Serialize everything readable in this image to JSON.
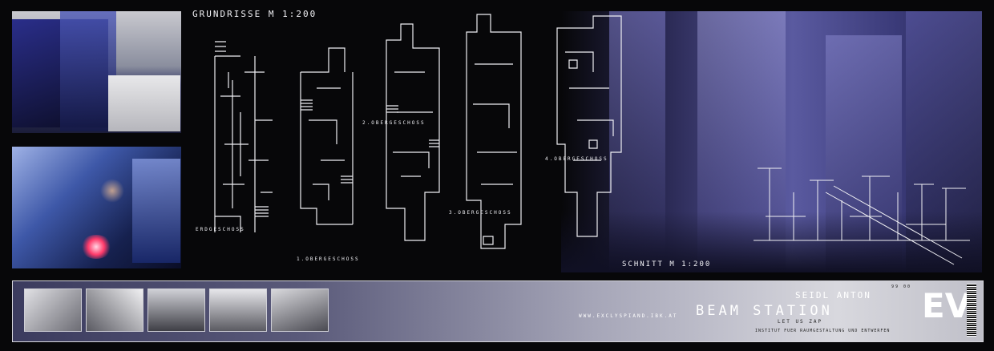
{
  "board": {
    "plans_title": "GRUNDRISSE M 1:200",
    "section_title": "SCHNITT M 1:200",
    "floor_labels": [
      "ERDGESCHOSS",
      "1.OBERGESCHOSS",
      "2.OBERGESCHOSS",
      "3.OBERGESCHOSS",
      "4.OBERGESCHOSS"
    ],
    "footer": {
      "author": "SEIDL ANTON",
      "project": "BEAM STATION",
      "subtitle": "LET US ZAP",
      "url": "WWW.EXCLYSPIAND.IBK.AT",
      "institute": "INSTITUT FUER RAUMGESTALTUNG UND ENTWERFEN",
      "semester": "99 00",
      "logo": "EV"
    }
  },
  "colors": {
    "background": "#070709",
    "accent": "#6a66b8",
    "line": "#f0f0f4"
  }
}
